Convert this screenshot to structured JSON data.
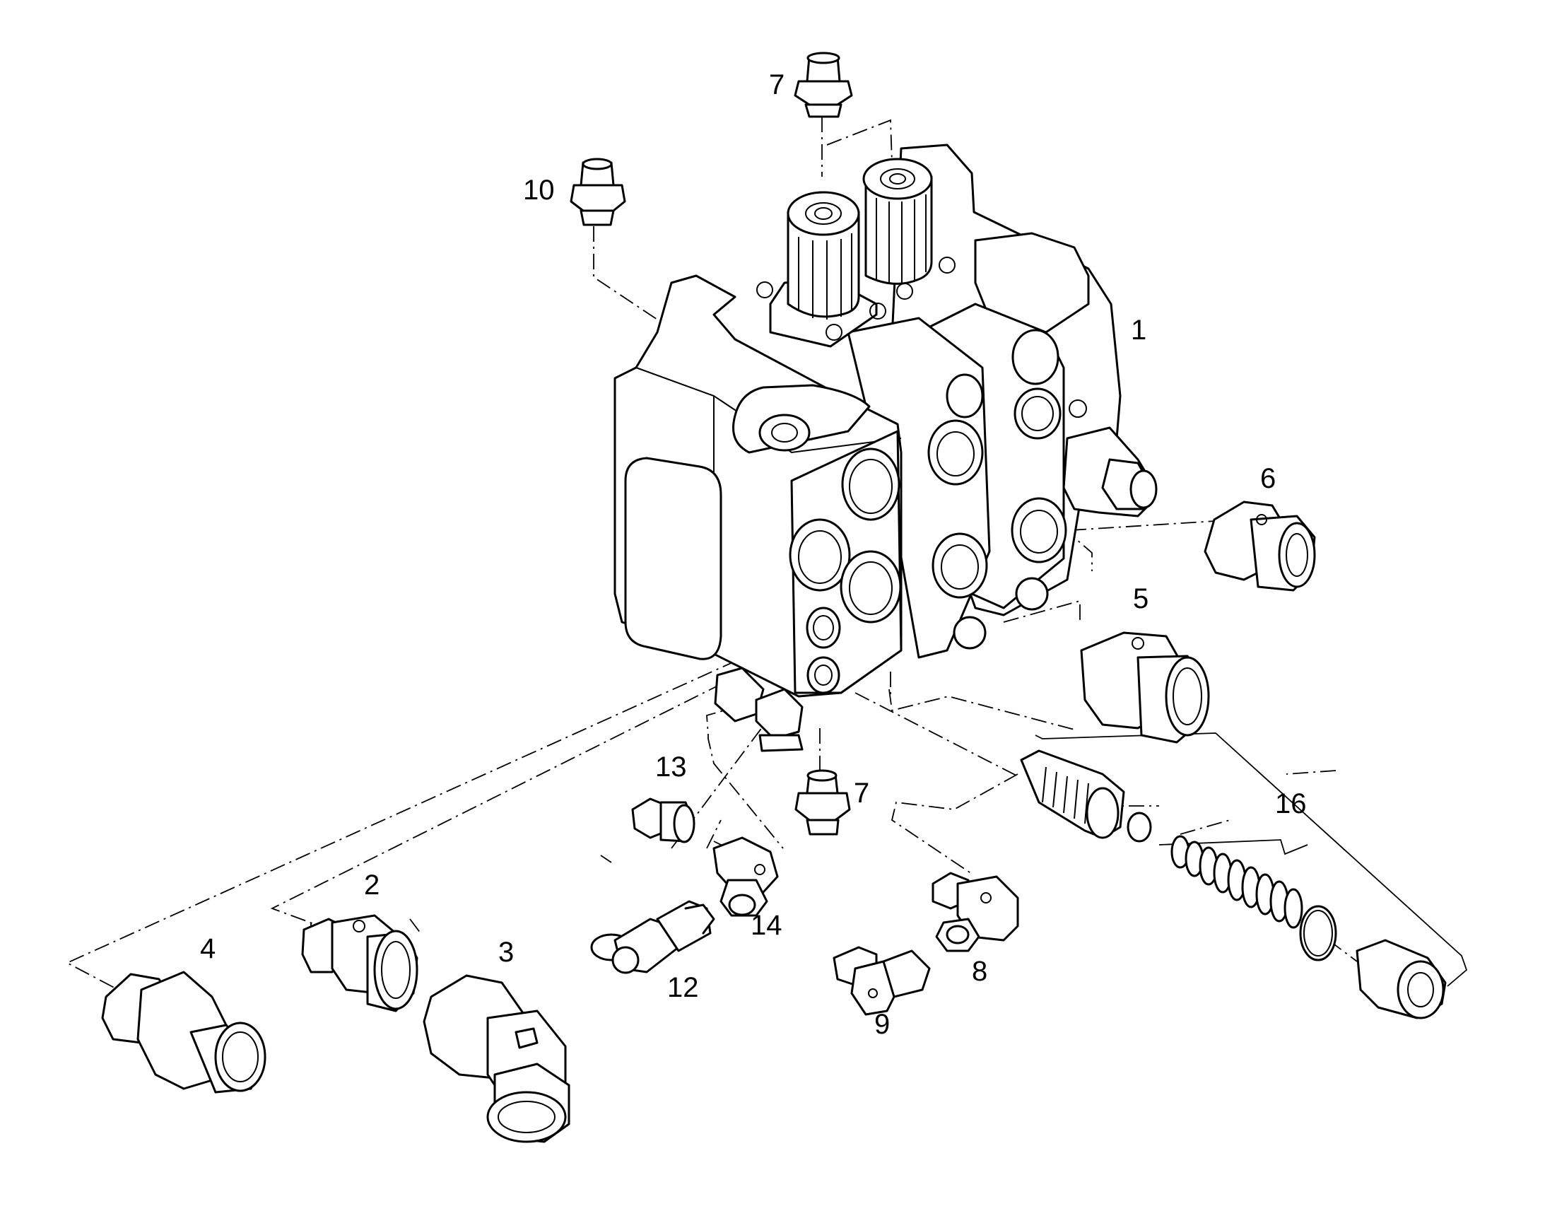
{
  "diagram": {
    "callouts": [
      {
        "id": "1",
        "text": "1"
      },
      {
        "id": "2",
        "text": "2"
      },
      {
        "id": "3",
        "text": "3"
      },
      {
        "id": "4",
        "text": "4"
      },
      {
        "id": "5",
        "text": "5"
      },
      {
        "id": "6",
        "text": "6"
      },
      {
        "id": "7a",
        "text": "7"
      },
      {
        "id": "7b",
        "text": "7"
      },
      {
        "id": "8",
        "text": "8"
      },
      {
        "id": "9",
        "text": "9"
      },
      {
        "id": "10",
        "text": "10"
      },
      {
        "id": "12",
        "text": "12"
      },
      {
        "id": "13",
        "text": "13"
      },
      {
        "id": "14",
        "text": "14"
      },
      {
        "id": "16",
        "text": "16"
      }
    ]
  }
}
